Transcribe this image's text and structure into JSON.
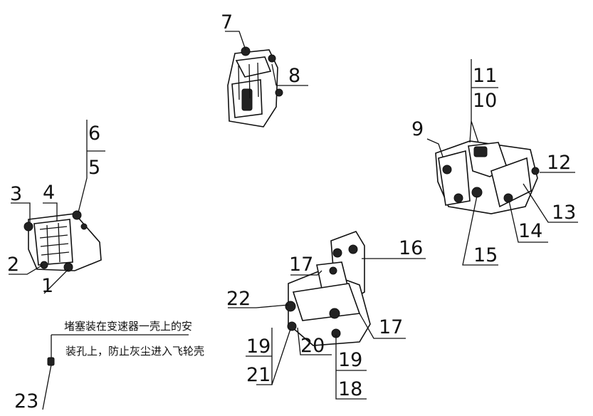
{
  "callouts": {
    "c1": "1",
    "c2": "2",
    "c3": "3",
    "c4": "4",
    "c5": "5",
    "c6": "6",
    "c7": "7",
    "c8": "8",
    "c9": "9",
    "c10": "10",
    "c11": "11",
    "c12": "12",
    "c13": "13",
    "c14": "14",
    "c15": "15",
    "c16": "16",
    "c17a": "17",
    "c17b": "17",
    "c18": "18",
    "c19a": "19",
    "c19b": "19",
    "c20": "20",
    "c21": "21",
    "c22": "22",
    "c23": "23"
  },
  "note": {
    "line1": "堵塞装在变速器一壳上的安",
    "line2": "装孔上，防止灰尘进入飞轮壳"
  }
}
